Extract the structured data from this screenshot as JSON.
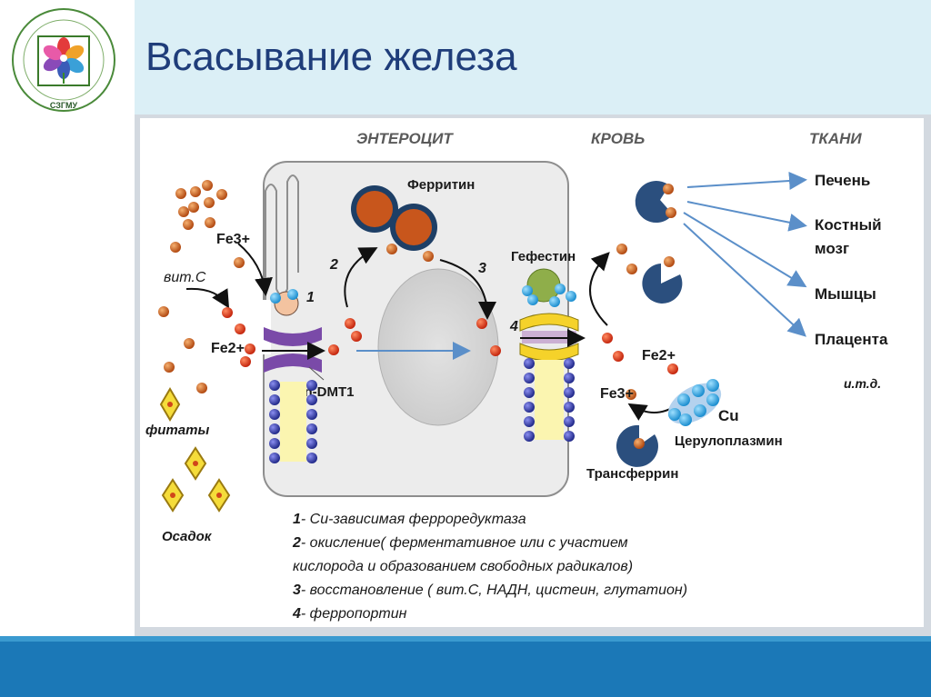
{
  "slide": {
    "title": "Всасывание железа",
    "logo_text": "СЗГМУ"
  },
  "diagram": {
    "headers": {
      "enterocyte": "ЭНТЕРОЦИТ",
      "blood": "КРОВЬ",
      "tissues": "ТКАНИ"
    },
    "labels": {
      "ferritin": "Ферритин",
      "fe3_left": "Fe3+",
      "vit_c": "вит.С",
      "fe2_left": "Fe2+",
      "mn_dmt1": "Mn-DMT1",
      "phytates": "фитаты",
      "sediment": "Осадок",
      "hephaestin": "Гефестин",
      "fe2_right": "Fe2+",
      "fe3_right": "Fe3+",
      "cu": "Cu",
      "ceruloplasmin": "Церулоплазмин",
      "transferrin": "Трансферрин",
      "step1": "1",
      "step2": "2",
      "step3": "3",
      "step4": "4"
    },
    "tissues": [
      "Печень",
      "Костный",
      "мозг",
      "Мышцы",
      "Плацента",
      "и.т.д."
    ],
    "legend": [
      {
        "num": "1",
        "text": "- Cu-зависимая ферроредуктаза"
      },
      {
        "num": "2",
        "text": "- окисление( ферментативное  или с участием"
      },
      {
        "num": "",
        "text": "кислорода и образованием свободных радикалов)"
      },
      {
        "num": "3",
        "text": "- восстановление ( вит.С, НАДН, цистеин, глутатион)"
      },
      {
        "num": "4",
        "text": "- ферропортин"
      }
    ],
    "colors": {
      "iron_ball": "#c8561c",
      "fe2_ball": "#d83a1a",
      "membrane_protein": "#7a4aa8",
      "transferrin": "#2b4f7e",
      "arrow": "#5b8fc9"
    }
  }
}
